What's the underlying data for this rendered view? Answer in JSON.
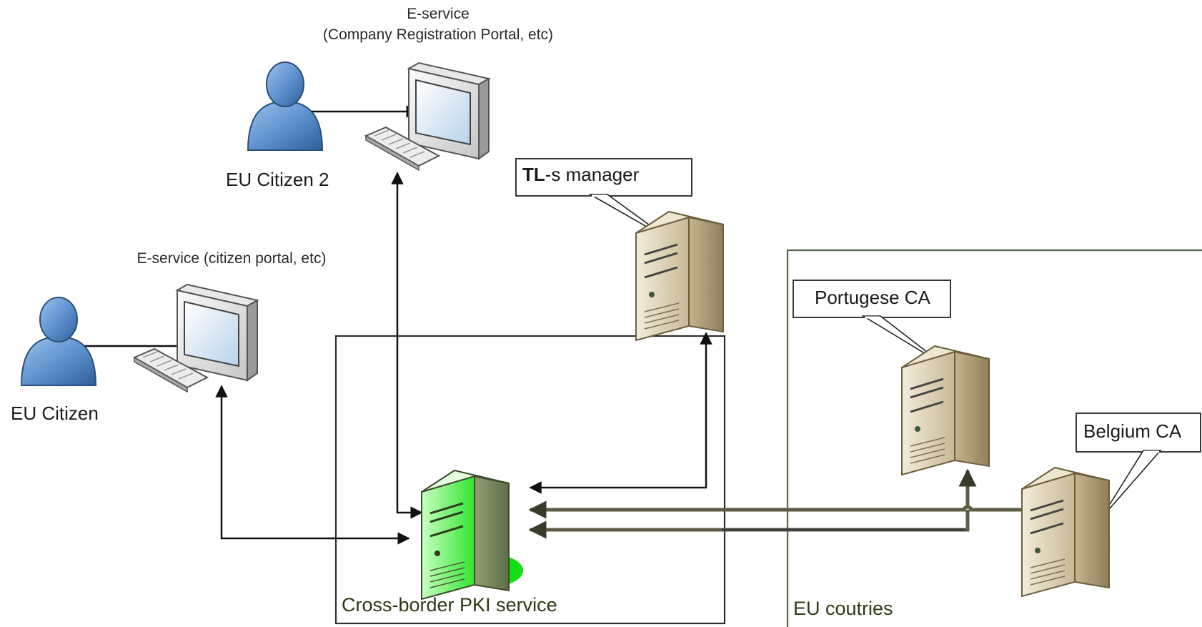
{
  "nodes": {
    "eu_citizen": {
      "label": "EU Citizen"
    },
    "eu_citizen_2": {
      "label": "EU Citizen 2"
    },
    "eservice_citizen": {
      "label": "E-service (citizen portal, etc)"
    },
    "eservice_company": {
      "label_line1": "E-service",
      "label_line2": "(Company Registration Portal, etc)"
    },
    "tl_manager": {
      "label_bold": "TL",
      "label_rest": "-s manager"
    },
    "cross_border": {
      "label": "Cross-border PKI service"
    },
    "portuguese_ca": {
      "label": "Portugese CA"
    },
    "belgium_ca": {
      "label": "Belgium CA"
    }
  },
  "groups": {
    "eu_countries": {
      "label": "EU coutries"
    }
  },
  "colors": {
    "person": "#5a8ecb",
    "pki_server": "#2ee62e",
    "server": "#d8ccb1",
    "group_frame": "#4f6442"
  }
}
